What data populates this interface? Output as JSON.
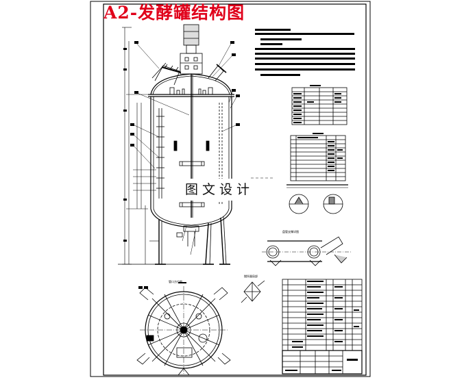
{
  "title": "A2-发酵罐结构图",
  "watermark": "图文设计",
  "view_labels": {
    "top_view": "管口方位图",
    "detail_a": "搅拌器局部",
    "coil_detail": "盘管支撑详图"
  },
  "colors": {
    "title": "#e0001a",
    "line": "#000000",
    "background": "#ffffff"
  }
}
